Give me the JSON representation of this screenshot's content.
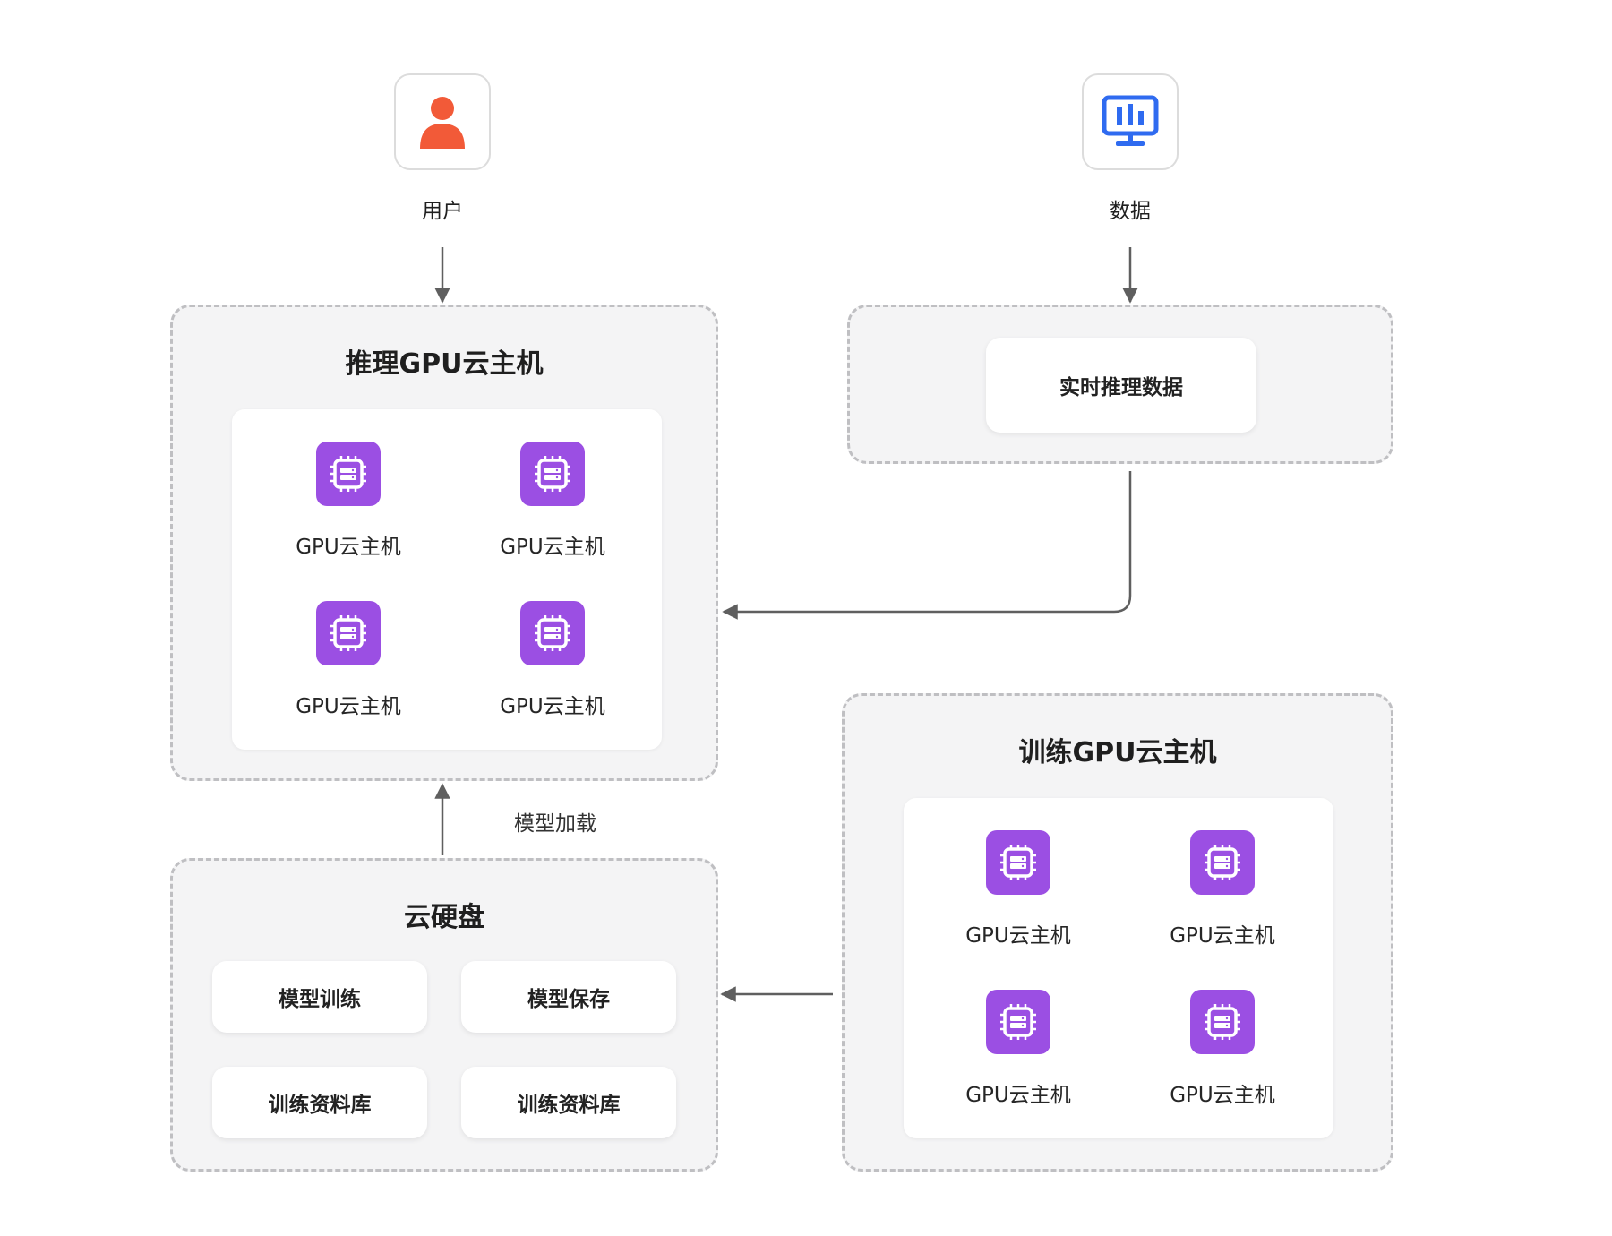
{
  "nodes": {
    "user": {
      "label": "用户",
      "icon": "user-icon"
    },
    "data": {
      "label": "数据",
      "icon": "monitor-chart-icon"
    }
  },
  "inference_group": {
    "title": "推理GPU云主机",
    "hosts": [
      "GPU云主机",
      "GPU云主机",
      "GPU云主机",
      "GPU云主机"
    ]
  },
  "realtime_group": {
    "item": "实时推理数据"
  },
  "training_group": {
    "title": "训练GPU云主机",
    "hosts": [
      "GPU云主机",
      "GPU云主机",
      "GPU云主机",
      "GPU云主机"
    ]
  },
  "disk_group": {
    "title": "云硬盘",
    "items": [
      "模型训练",
      "模型保存",
      "训练资料库",
      "训练资料库"
    ]
  },
  "edges": {
    "model_loading": "模型加载"
  },
  "colors": {
    "chip": "#9b4fe3",
    "user_icon": "#f25a38",
    "data_icon": "#2f6bf0",
    "arrow": "#5f5f5f",
    "group_border": "#bfbfc2",
    "group_bg": "#f4f4f5"
  }
}
